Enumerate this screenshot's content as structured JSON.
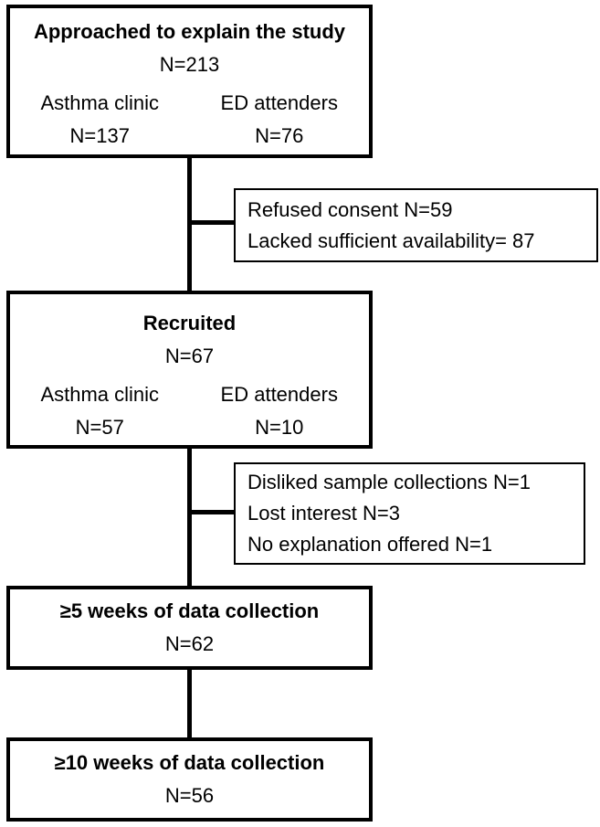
{
  "diagram": {
    "background_color": "#ffffff",
    "line_color": "#000000",
    "main_boxes": [
      {
        "id": "approached",
        "title": "Approached to explain the study",
        "n": "N=213",
        "columns": [
          {
            "label": "Asthma clinic",
            "n": "N=137"
          },
          {
            "label": "ED attenders",
            "n": "N=76"
          }
        ]
      },
      {
        "id": "recruited",
        "title": "Recruited",
        "n": "N=67",
        "columns": [
          {
            "label": "Asthma clinic",
            "n": "N=57"
          },
          {
            "label": "ED attenders",
            "n": "N=10"
          }
        ]
      },
      {
        "id": "five-weeks",
        "title": "≥5 weeks of data collection",
        "n": "N=62"
      },
      {
        "id": "ten-weeks",
        "title": "≥10 weeks of data collection",
        "n": "N=56"
      }
    ],
    "exclusion_boxes": [
      {
        "id": "exclusion-after-approach",
        "lines": [
          "Refused consent N=59",
          "Lacked sufficient availability= 87"
        ]
      },
      {
        "id": "exclusion-after-recruitment",
        "lines": [
          "Disliked sample collections N=1",
          "Lost interest N=3",
          "No explanation offered N=1"
        ]
      }
    ]
  }
}
